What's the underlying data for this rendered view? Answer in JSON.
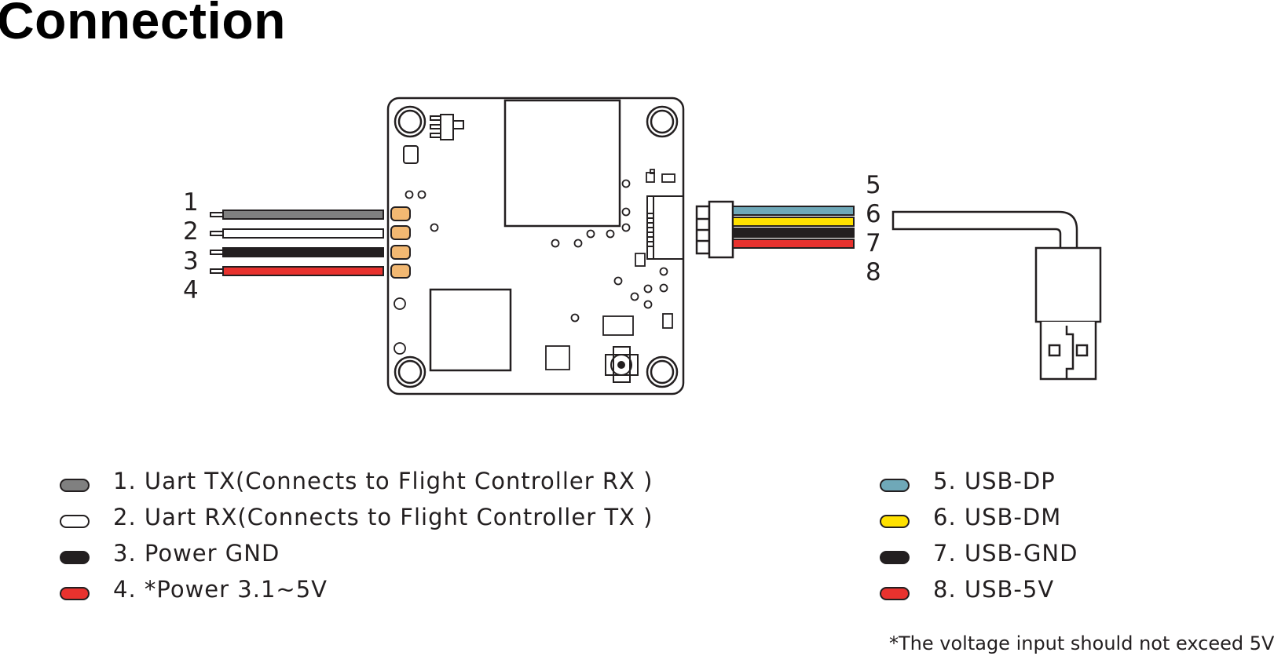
{
  "title": "Connection",
  "pin_numbers": {
    "left": [
      "1",
      "2",
      "3",
      "4"
    ],
    "right": [
      "5",
      "6",
      "7",
      "8"
    ]
  },
  "legend_left": [
    {
      "label": "1. Uart TX(Connects to Flight Controller RX )",
      "color": "#808080"
    },
    {
      "label": "2. Uart RX(Connects to Flight Controller TX )",
      "color": "#ffffff"
    },
    {
      "label": "3. Power GND",
      "color": "#231f20"
    },
    {
      "label": "4.  *Power 3.1~5V",
      "color": "#e8322e"
    }
  ],
  "legend_right": [
    {
      "label": "5. USB-DP",
      "color": "#6fa8b8"
    },
    {
      "label": "6. USB-DM",
      "color": "#ffe100"
    },
    {
      "label": "7. USB-GND",
      "color": "#231f20"
    },
    {
      "label": "8. USB-5V",
      "color": "#e8322e"
    }
  ],
  "footnote": "*The voltage input should not exceed 5V"
}
